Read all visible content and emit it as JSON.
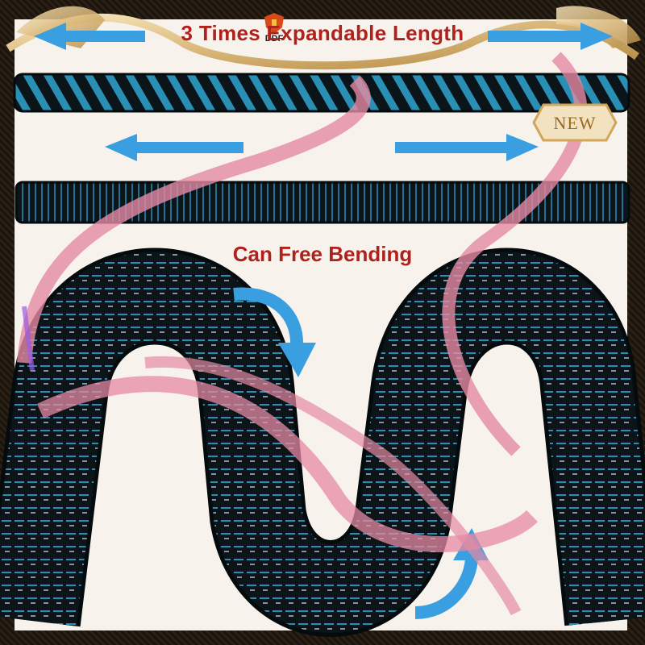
{
  "banner": {
    "headline": "3 Times Expandable Length",
    "subheadline": "Can Free Bending",
    "brand": "DDF",
    "badge": "NEW"
  },
  "colors": {
    "headline": "#b0201c",
    "hose_base": "#0d1a22",
    "hose_stripe": "#2a8fb5",
    "arrow": "#3a9fe0",
    "ribbon": "#e58aa4",
    "gold": "#d9b77a"
  }
}
